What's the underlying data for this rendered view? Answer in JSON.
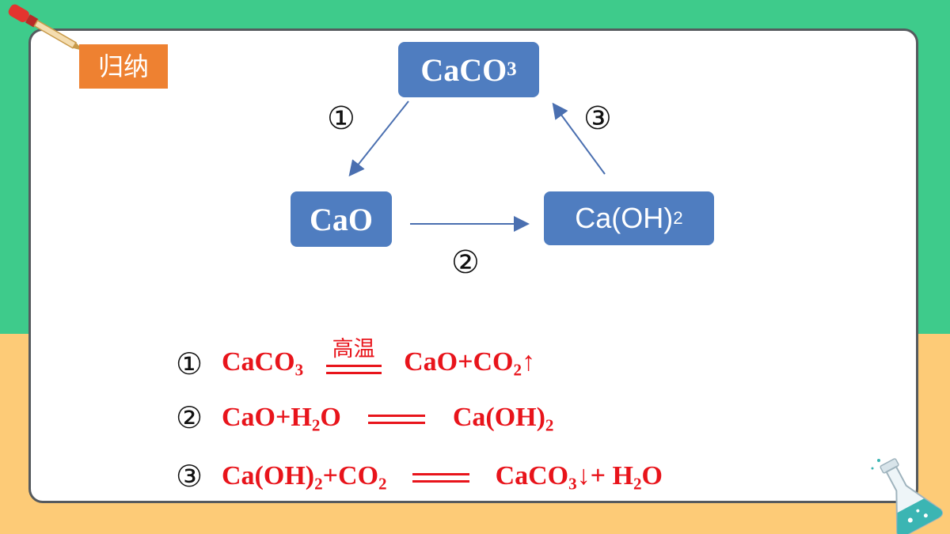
{
  "tag": "归纳",
  "nodes": {
    "caco3": {
      "base": "CaCO",
      "sub": "3"
    },
    "cao": {
      "base": "CaO"
    },
    "caoh2": {
      "base": "Ca(OH)",
      "sub": "2"
    }
  },
  "step_numbers": {
    "one": "①",
    "two": "②",
    "three": "③"
  },
  "equations": [
    {
      "num": "①",
      "lhs_base": "CaCO",
      "lhs_sub": "3",
      "condition": "高温",
      "rhs_a": "CaO+CO",
      "rhs_sub": "2",
      "rhs_b": "↑"
    },
    {
      "num": "②",
      "lhs_a": "CaO+H",
      "lhs_sub": "2",
      "lhs_b": "O",
      "rhs_base": "Ca(OH)",
      "rhs_sub": "2"
    },
    {
      "num": "③",
      "lhs_a": "Ca(OH)",
      "lhs_sub1": "2",
      "lhs_b": "+CO",
      "lhs_sub2": "2",
      "rhs_a": "CaCO",
      "rhs_sub1": "3",
      "rhs_b": "↓+ H",
      "rhs_sub2": "2",
      "rhs_c": "O"
    }
  ],
  "colors": {
    "accent_green": "#3ecb8b",
    "accent_yellow": "#fdcb77",
    "node_blue": "#4f7dc0",
    "tag_orange": "#ee8131",
    "equation_red": "#e8141b"
  },
  "icons": [
    "dropper-icon",
    "flask-icon"
  ]
}
